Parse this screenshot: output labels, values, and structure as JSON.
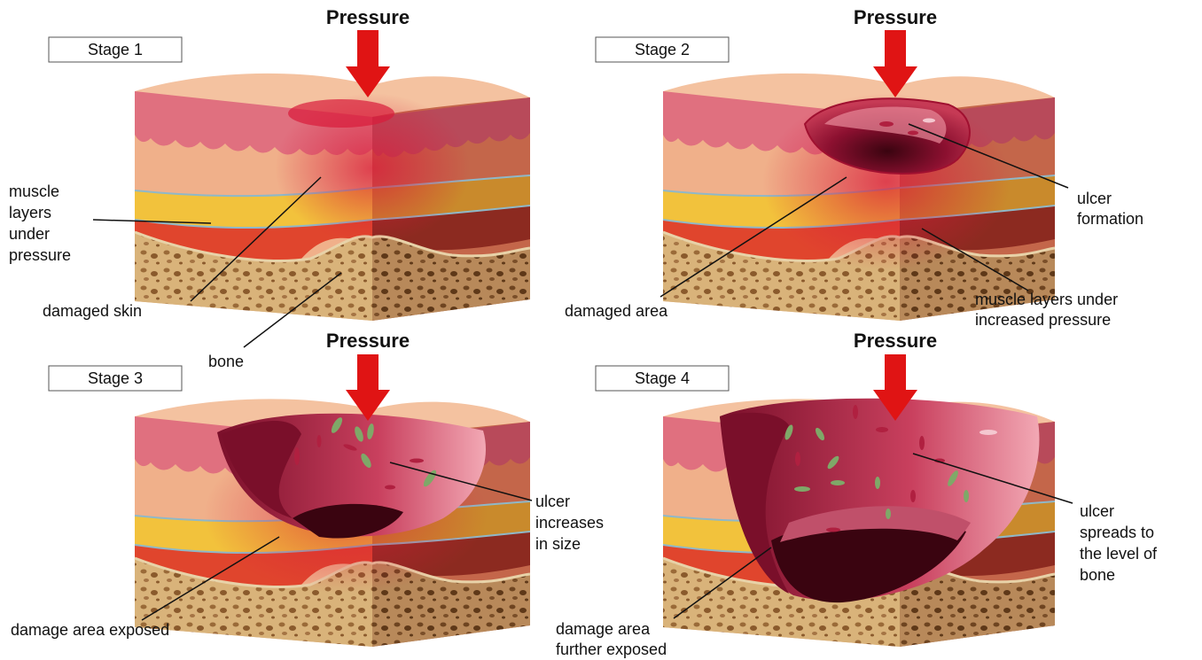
{
  "panels": [
    {
      "stage_label": "Stage 1",
      "pressure_label": "Pressure"
    },
    {
      "stage_label": "Stage 2",
      "pressure_label": "Pressure"
    },
    {
      "stage_label": "Stage 3",
      "pressure_label": "Pressure"
    },
    {
      "stage_label": "Stage 4",
      "pressure_label": "Pressure"
    }
  ],
  "labels": {
    "s1_muscle": [
      "muscle",
      "layers",
      "under",
      "pressure"
    ],
    "s1_damaged_skin": "damaged skin",
    "s1_bone": "bone",
    "s2_ulcer": [
      "ulcer",
      "formation"
    ],
    "s2_damaged_area": "damaged area",
    "s2_muscle": [
      "muscle layers under",
      "increased pressure"
    ],
    "s3_ulcer": [
      "ulcer",
      "increases",
      "in size"
    ],
    "s3_damage": "damage area exposed",
    "s4_ulcer": [
      "ulcer",
      "spreads to",
      "the level of",
      "bone"
    ],
    "s4_damage": [
      "damage area",
      "further exposed"
    ]
  },
  "colors": {
    "arrow": "#e01414",
    "epidermis": "#e0707f",
    "dermis": "#f0b08a",
    "fat": "#f2c23c",
    "muscle": "#e0452d",
    "bone": "#d9b37a",
    "wound": "#8c1030"
  }
}
